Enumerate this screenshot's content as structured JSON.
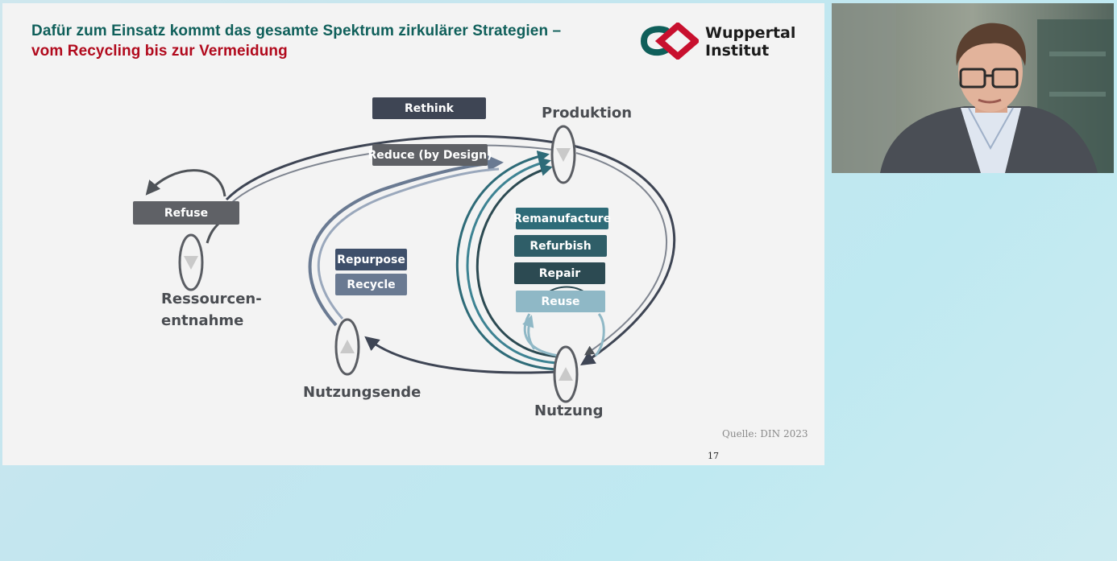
{
  "slide": {
    "title_line1": "Dafür zum Einsatz kommt das gesamte Spektrum zirkulärer Strategien –",
    "title_line2": "vom Recycling bis zur Vermeidung",
    "logo": {
      "line1": "Wuppertal",
      "line2": "Institut",
      "brand_red": "#c8102e",
      "brand_teal": "#0f5f5a"
    },
    "source_note": "Quelle: DIN 2023",
    "page_number": "17"
  },
  "diagram": {
    "nodes": {
      "production": "Produktion",
      "extraction_line1": "Ressourcen-",
      "extraction_line2": "entnahme",
      "end_of_use": "Nutzungsende",
      "use": "Nutzung"
    },
    "strategies": {
      "rethink": "Rethink",
      "reduce": "Reduce (by Design)",
      "refuse": "Refuse",
      "repurpose": "Repurpose",
      "recycle": "Recycle",
      "remanufacture": "Remanufacture",
      "refurbish": "Refurbish",
      "repair": "Repair",
      "reuse": "Reuse"
    },
    "colors": {
      "dark_slate": "#3e4554",
      "gray": "#5f6166",
      "blue_gray": "#6a7a92",
      "teal": "#2e6b78",
      "dark_teal": "#2c4a52",
      "light_teal": "#8fb8c6"
    }
  },
  "video": {
    "participant": "speaker-webcam"
  }
}
